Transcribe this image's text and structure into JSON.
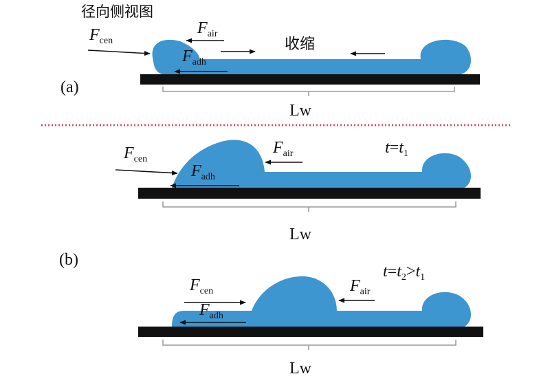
{
  "colors": {
    "film": "#3d96d0",
    "substrate": "#111111",
    "divider": "#e0506a",
    "bracket": "#999999"
  },
  "title": "径向侧视图",
  "panel_a": {
    "label": "(a)",
    "shrink_text": "收缩",
    "lw": "Lw",
    "f_cen": {
      "main": "F",
      "sub": "cen"
    },
    "f_air": {
      "main": "F",
      "sub": "air"
    },
    "f_adh": {
      "main": "F",
      "sub": "adh"
    }
  },
  "panel_b": {
    "label": "(b)",
    "stage1": {
      "time": {
        "t": "t",
        "eq": "=",
        "t1": "t",
        "sub1": "1"
      },
      "lw": "Lw",
      "f_cen": {
        "main": "F",
        "sub": "cen"
      },
      "f_air": {
        "main": "F",
        "sub": "air"
      },
      "f_adh": {
        "main": "F",
        "sub": "adh"
      }
    },
    "stage2": {
      "time": {
        "t": "t",
        "eq": "=",
        "t2": "t",
        "sub2": "2",
        "gt": ">",
        "t1": "t",
        "sub1": "1"
      },
      "lw": "Lw",
      "f_cen": {
        "main": "F",
        "sub": "cen"
      },
      "f_air": {
        "main": "F",
        "sub": "air"
      },
      "f_adh": {
        "main": "F",
        "sub": "adh"
      }
    }
  }
}
